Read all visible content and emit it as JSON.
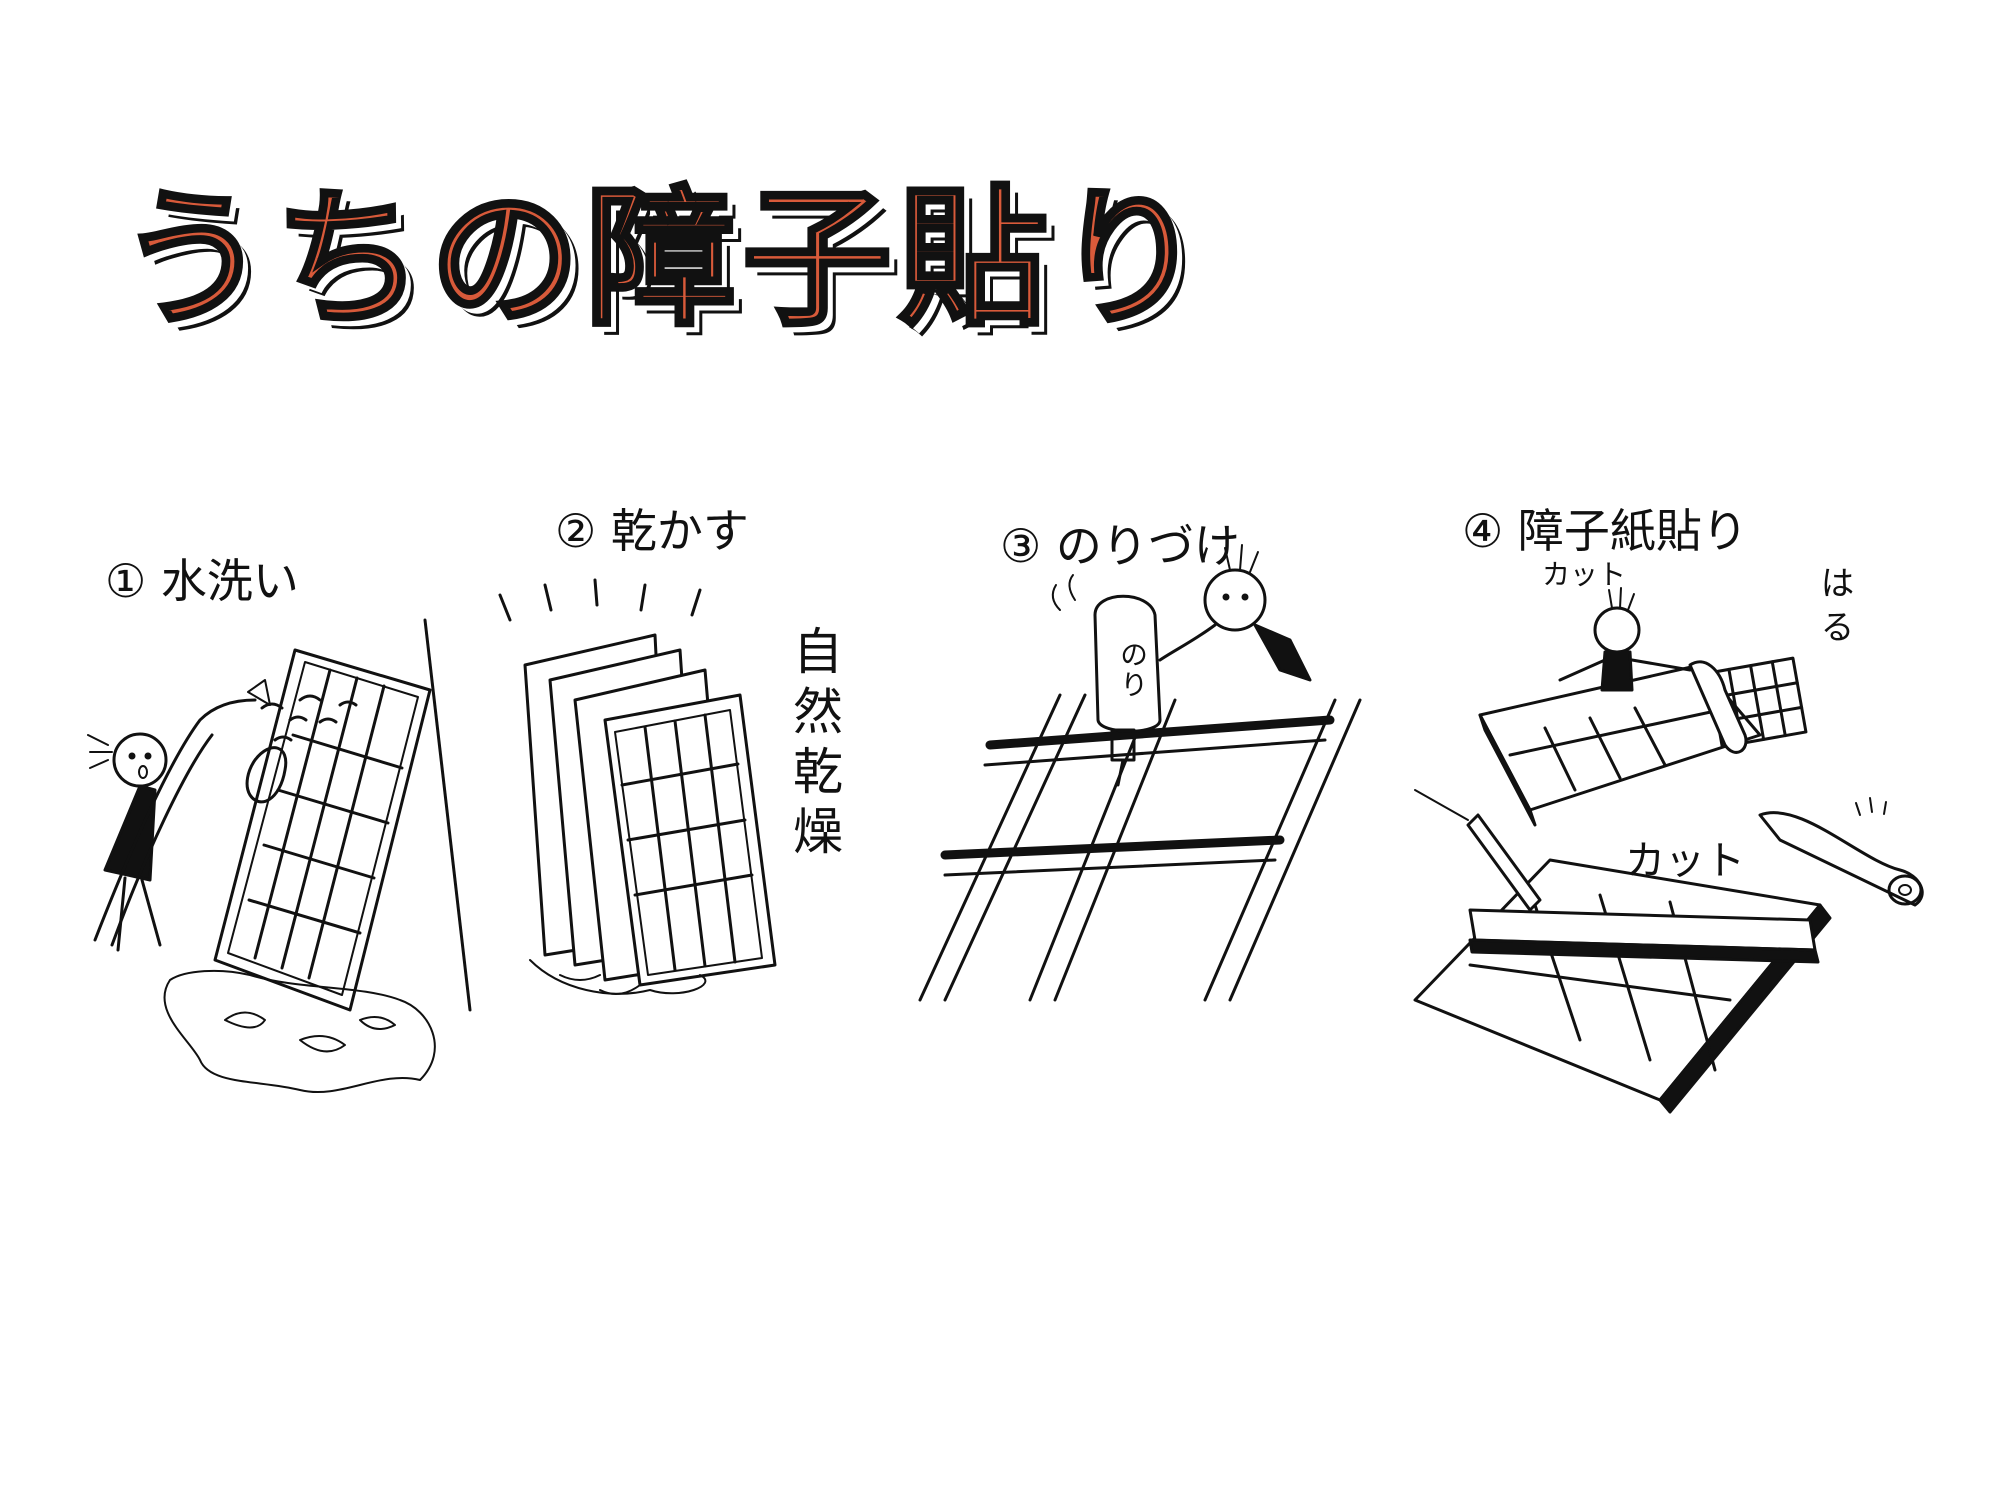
{
  "title": "うちの障子貼り",
  "colors": {
    "accent": "#d85a3a",
    "ink": "#111111"
  },
  "steps": [
    {
      "label": "① 水洗い"
    },
    {
      "label": "② 乾かす",
      "note": "自然乾燥"
    },
    {
      "label": "③ のりづけ",
      "note": "のり"
    },
    {
      "label": "④ 障子紙貼り",
      "note_top": "カット",
      "note_haru": "はる",
      "note_cut": "カット"
    }
  ]
}
